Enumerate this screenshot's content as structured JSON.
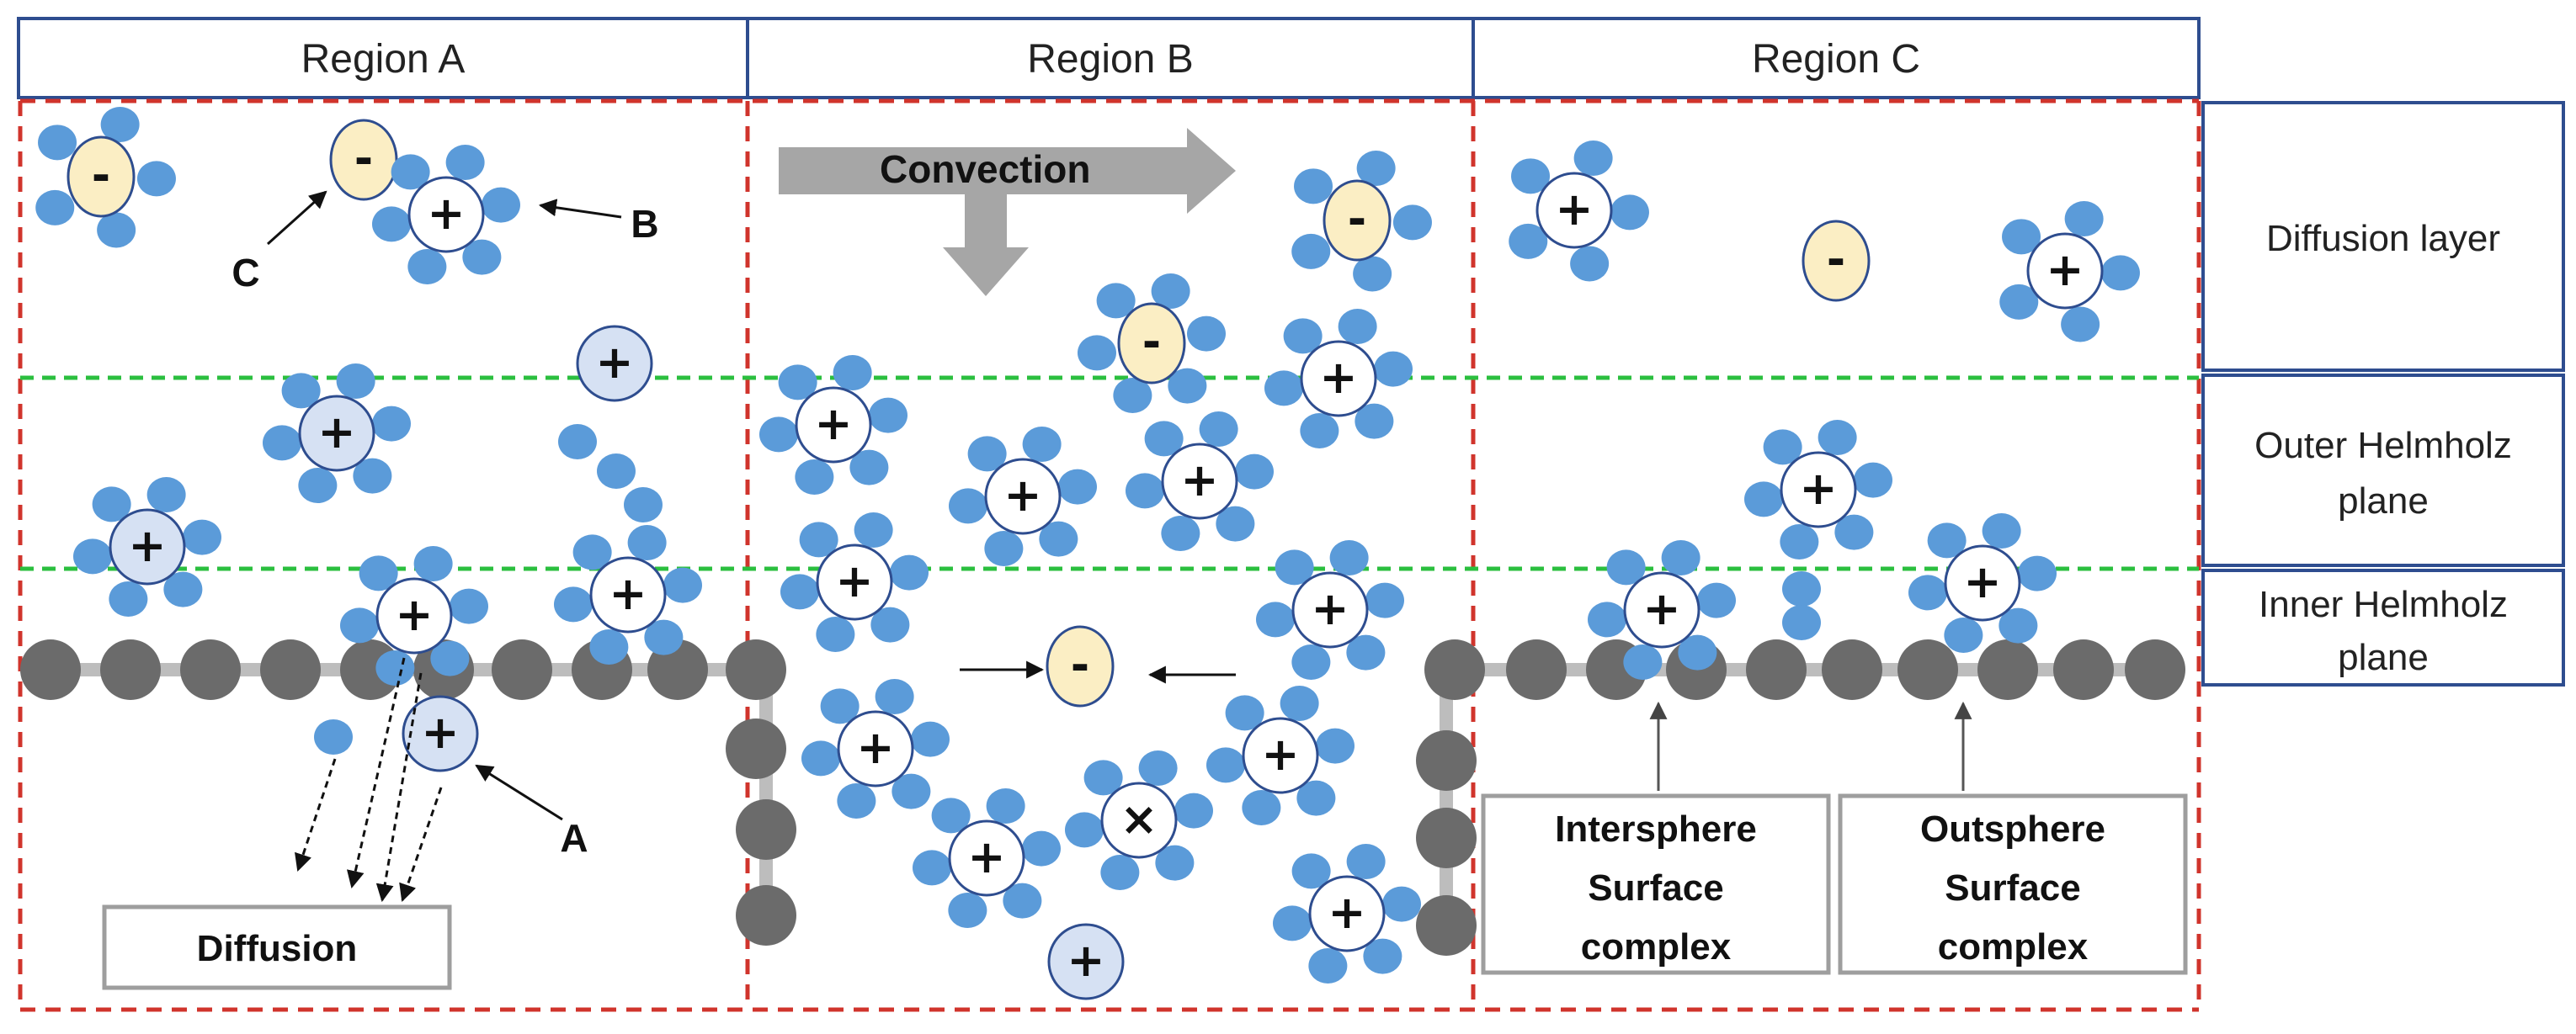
{
  "regions": [
    {
      "label": "Region A"
    },
    {
      "label": "Region B"
    },
    {
      "label": "Region C"
    }
  ],
  "layers": [
    {
      "lines": [
        "Diffusion layer"
      ]
    },
    {
      "lines": [
        "Outer Helmholz",
        "plane"
      ]
    },
    {
      "lines": [
        "Inner Helmholz",
        "plane"
      ]
    }
  ],
  "annotations": {
    "convection": "Convection",
    "diffusion": "Diffusion",
    "label_a": "A",
    "label_b": "B",
    "label_c": "C"
  },
  "complexes": {
    "intersphere": [
      "Intersphere",
      "Surface",
      "complex"
    ],
    "outsphere": [
      "Outsphere",
      "Surface",
      "complex"
    ]
  },
  "ion_signs": {
    "cation": "+",
    "anion": "-",
    "neutral": "×"
  },
  "colors": {
    "frame_blue": "#2e4d8f",
    "region_dash_red": "#d0342c",
    "plane_dash_green": "#2bbf3f",
    "water_blue": "#5b9bd9",
    "cation_hydrated_fill": "#ffffff",
    "cation_bare_fill": "#d6e1f3",
    "anion_fill": "#fbeec4",
    "surface_gray": "#6b6b6b",
    "surface_line_gray": "#bdbdbd",
    "convection_arrow_gray": "#a6a6a6"
  }
}
